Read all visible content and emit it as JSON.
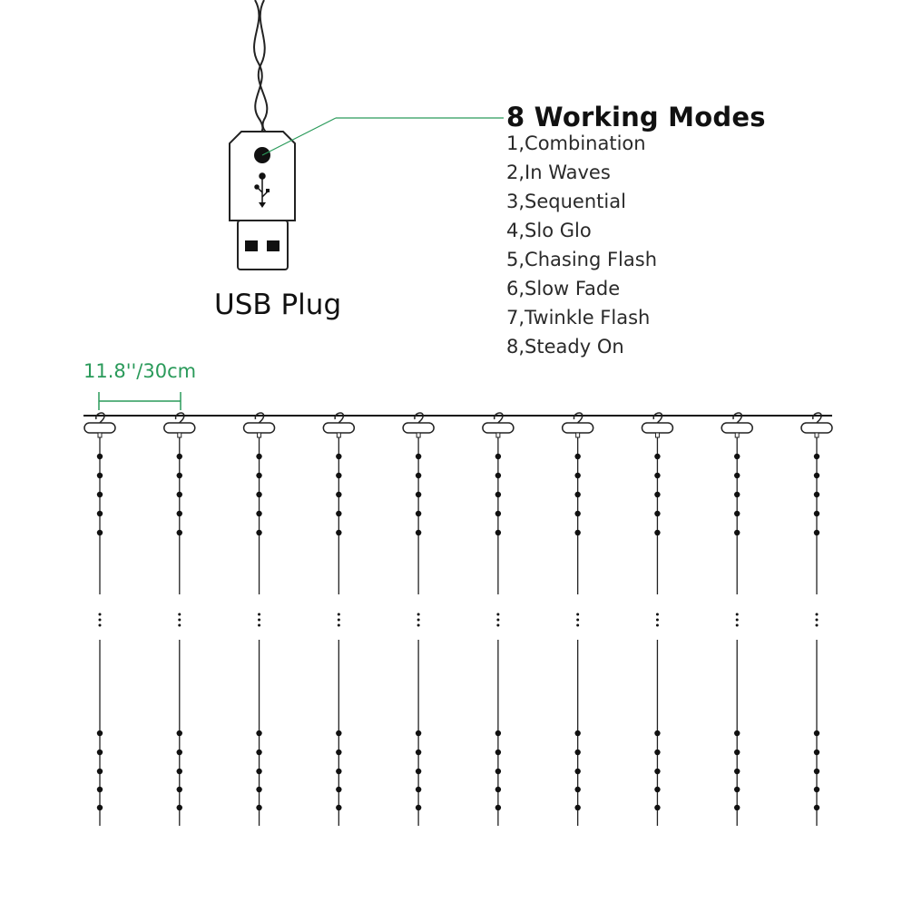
{
  "usb": {
    "label": "USB Plug",
    "icon": "usb-plug-icon"
  },
  "modes": {
    "title": "8 Working Modes",
    "items": [
      "1,Combination",
      "2,In Waves",
      "3,Sequential",
      "4,Slo Glo",
      "5,Chasing Flash",
      "6,Slow Fade",
      "7,Twinkle Flash",
      "8,Steady On"
    ]
  },
  "curtain": {
    "spacing_label": "11.8''/30cm",
    "strand_count": 10
  },
  "colors": {
    "accent": "#2a9a5a",
    "line": "#111111"
  }
}
